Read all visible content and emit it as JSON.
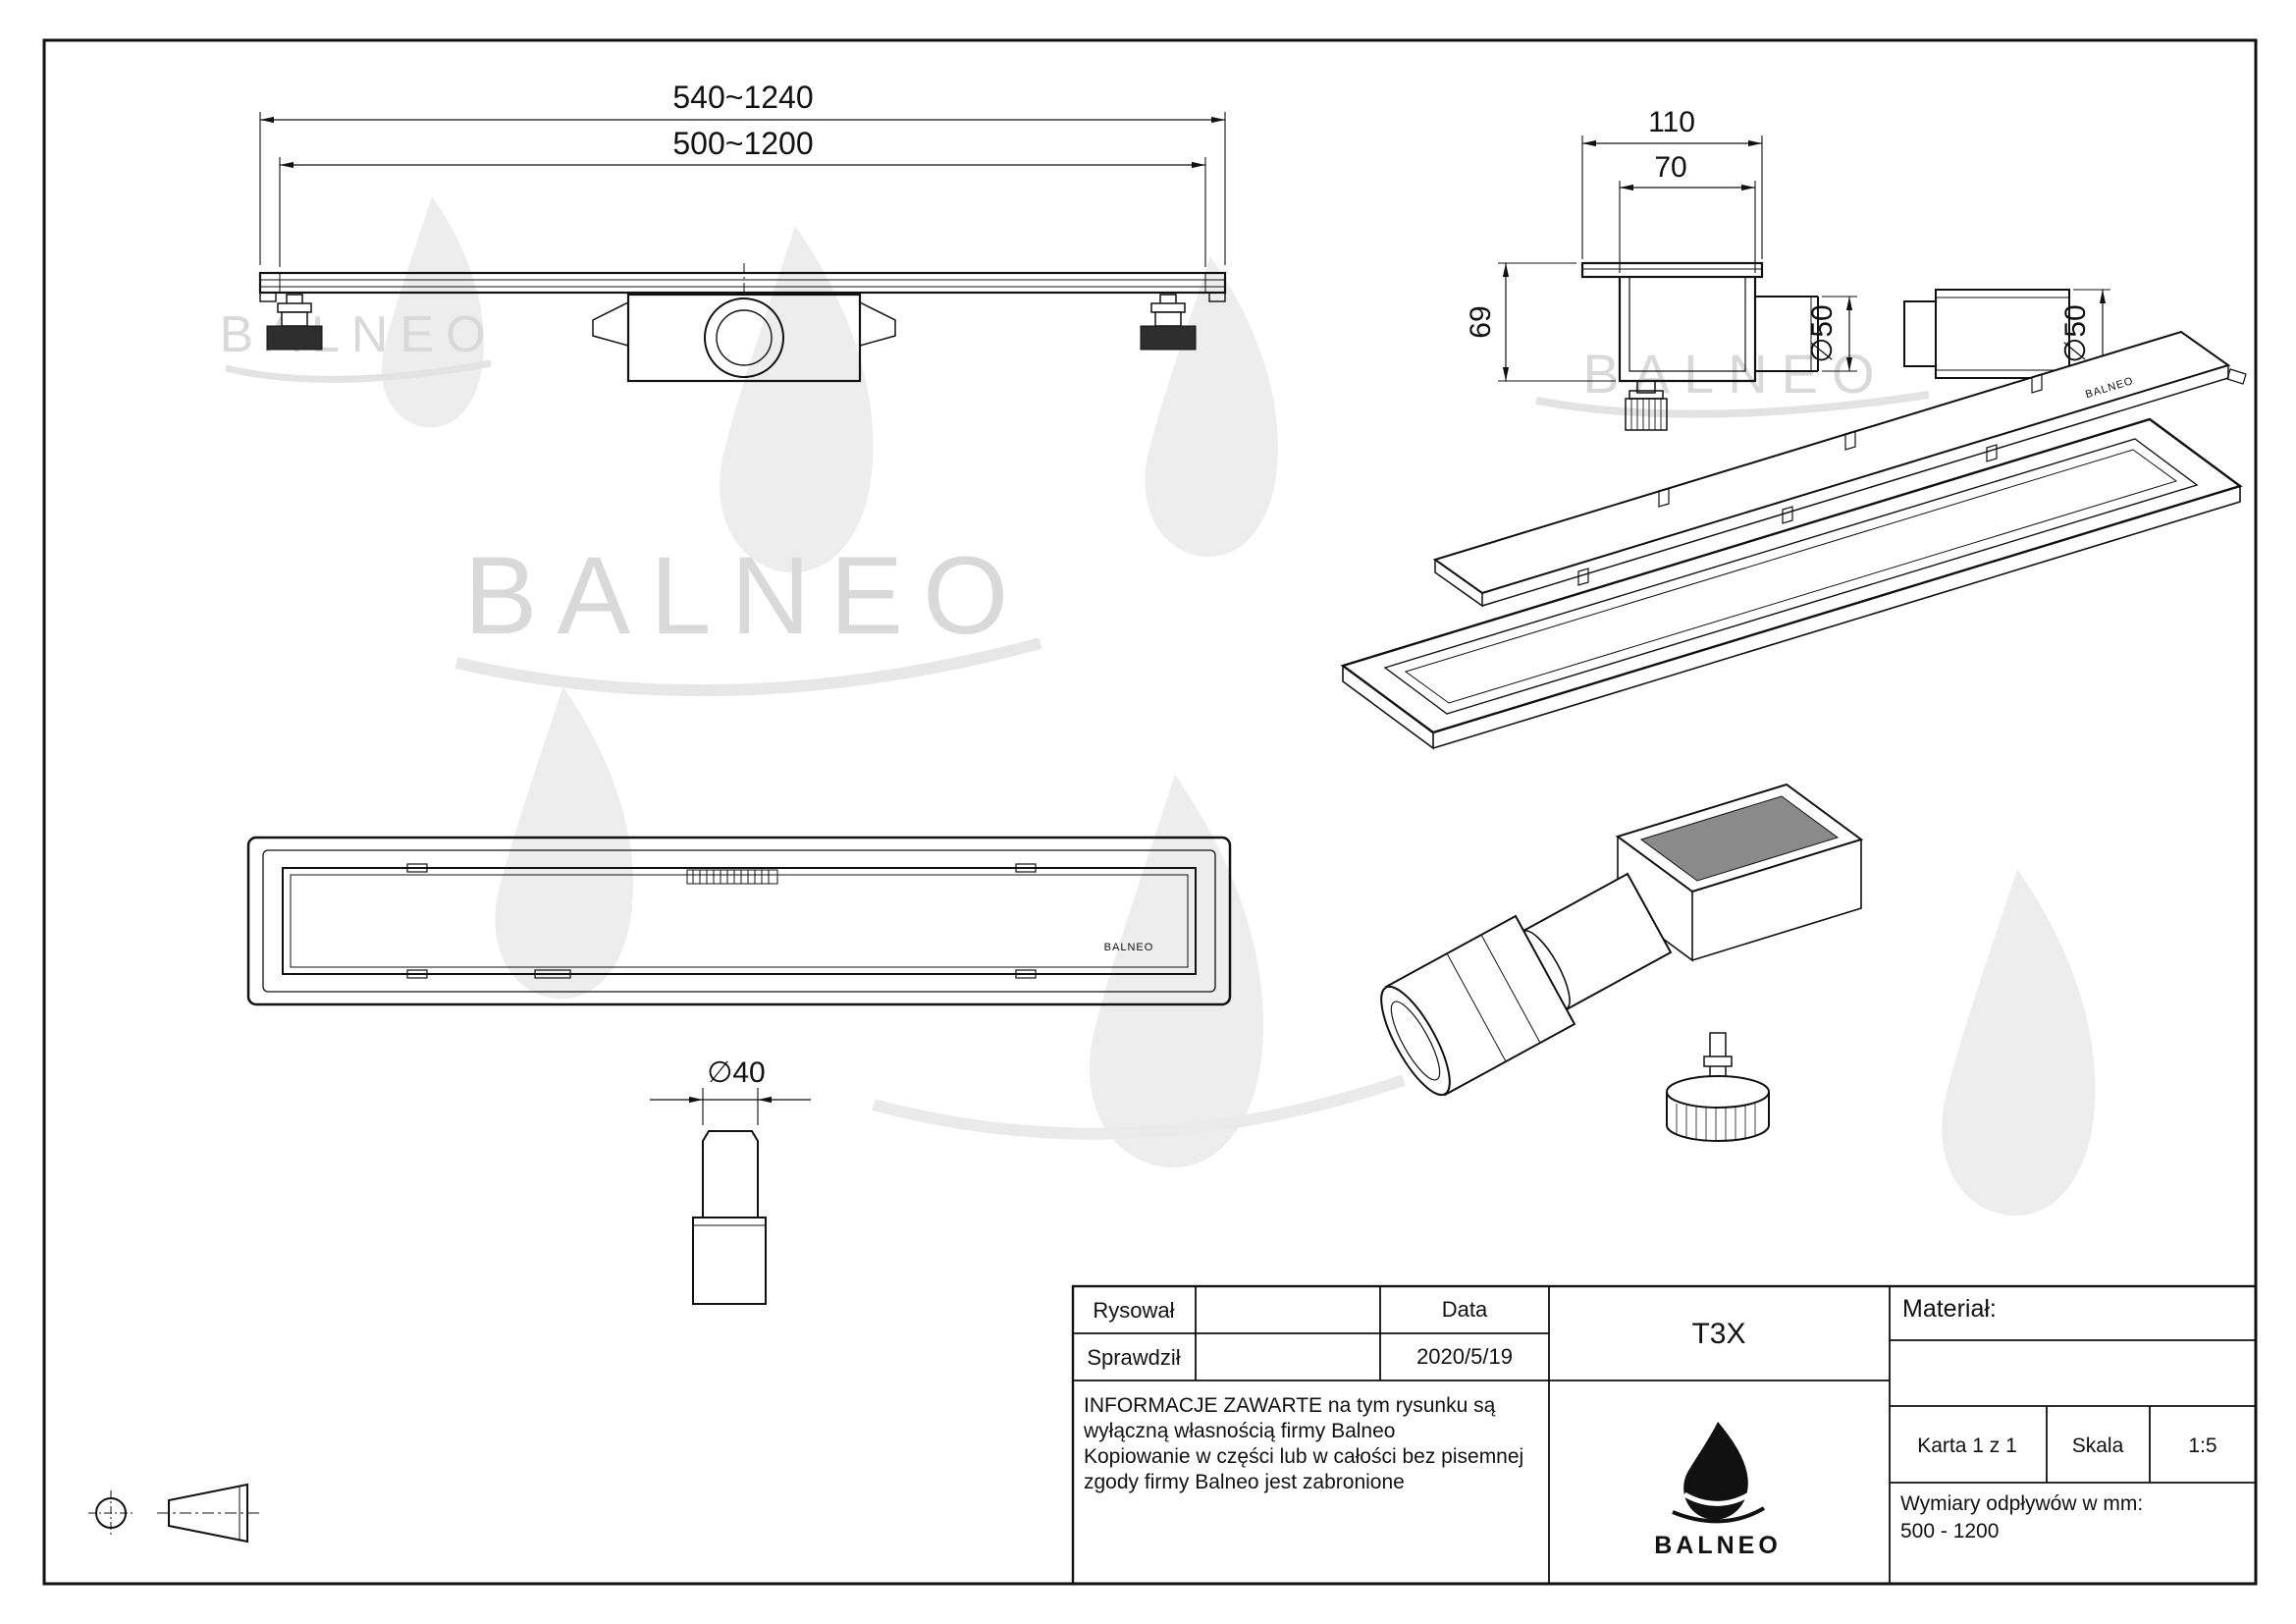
{
  "views": {
    "front": {
      "dim_total": "540~1240",
      "dim_body": "500~1200"
    },
    "side": {
      "dim_110": "110",
      "dim_70": "70",
      "dim_69": "69",
      "dim_outlet_50": "∅50",
      "dim_pipe_50": "∅50"
    },
    "plan": {
      "dim_pipe_40": "∅40",
      "grate_brand": "BALNEO"
    },
    "iso": {
      "grate_brand": "BALNEO"
    }
  },
  "watermarks": {
    "brand": "BALNEO"
  },
  "title_block": {
    "rysowal": "Rysował",
    "sprawdzil": "Sprawdził",
    "data_label": "Data",
    "data_value": "2020/5/19",
    "notice": {
      "l1": "INFORMACJE ZAWARTE na tym rysunku są",
      "l2": "wyłączną własnością firmy Balneo",
      "l3": "Kopiowanie w części lub w całości bez pisemnej",
      "l4": "zgody firmy Balneo jest zabronione"
    },
    "model": "T3X",
    "material": "Materiał:",
    "karta": "Karta 1 z 1",
    "skala_label": "Skala",
    "skala_value": "1:5",
    "wymiary_l1": "Wymiary odpływów w mm:",
    "wymiary_l2": "500 - 1200",
    "logo": "BALNEO"
  }
}
